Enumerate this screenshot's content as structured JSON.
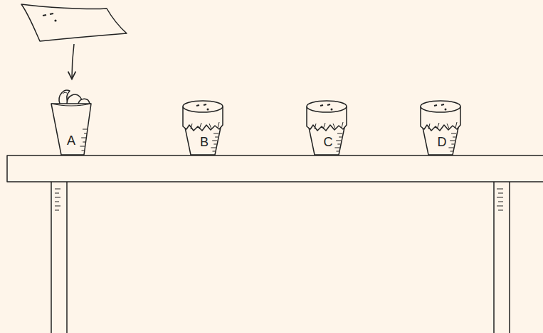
{
  "diagram": {
    "nodes": [
      {
        "text": [
          "A"
        ]
      },
      {
        "text": [
          "B"
        ]
      },
      {
        "text": [
          "C"
        ]
      },
      {
        "text": [
          "D"
        ]
      }
    ]
  }
}
